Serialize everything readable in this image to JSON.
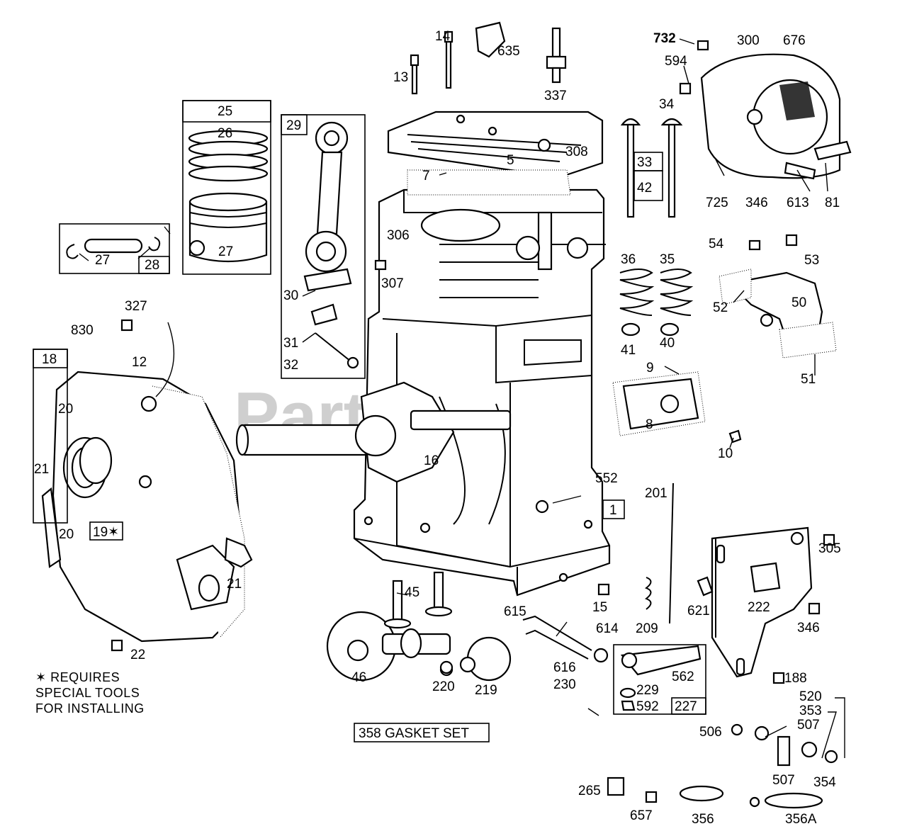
{
  "watermark": "PartsTree",
  "notes": {
    "line1": "✶ REQUIRES",
    "line2": "SPECIAL TOOLS",
    "line3": "FOR INSTALLING"
  },
  "gasket_set_label": "358 GASKET SET",
  "part_labels": [
    "14",
    "635",
    "13",
    "337",
    "732",
    "300",
    "676",
    "594",
    "25",
    "26",
    "29",
    "27",
    "34",
    "5",
    "308",
    "7",
    "33",
    "42",
    "725",
    "346",
    "613",
    "81",
    "306",
    "54",
    "53",
    "27",
    "28",
    "307",
    "36",
    "35",
    "52",
    "50",
    "30",
    "41",
    "40",
    "327",
    "830",
    "31",
    "32",
    "51",
    "18",
    "12",
    "9",
    "20",
    "8",
    "10",
    "16",
    "21",
    "552",
    "1",
    "201",
    "20",
    "19✶",
    "305",
    "21",
    "45",
    "15",
    "209",
    "621",
    "222",
    "346",
    "615",
    "614",
    "562",
    "616",
    "22",
    "188",
    "46",
    "220",
    "219",
    "230",
    "229",
    "592",
    "227",
    "520",
    "353",
    "507",
    "506",
    "507",
    "354",
    "265",
    "657",
    "356",
    "356A"
  ],
  "colors": {
    "ink": "#000000",
    "paper": "#ffffff",
    "watermark": "#cfcfcf"
  }
}
